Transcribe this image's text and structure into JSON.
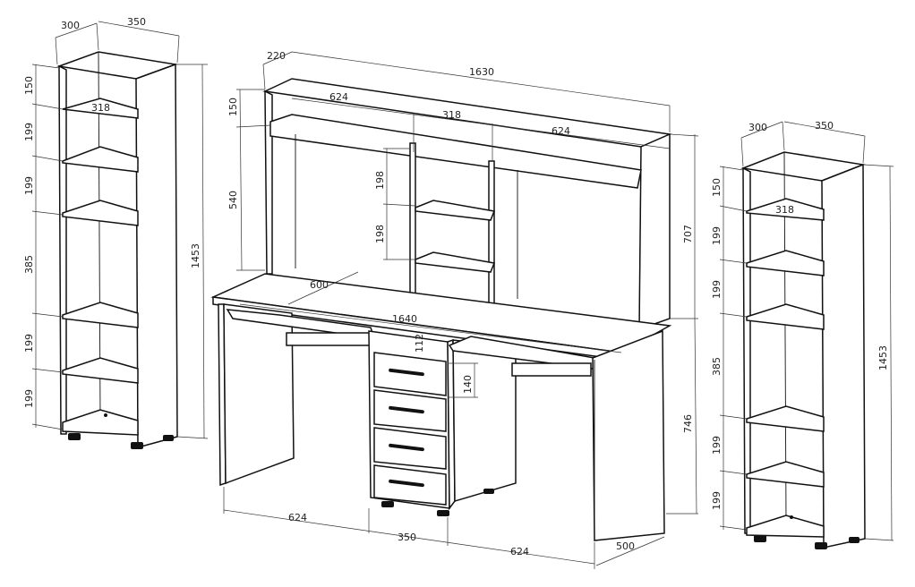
{
  "left_rack": {
    "depth": "300",
    "width": "350",
    "inner": "318",
    "height": "1453",
    "sections": [
      "150",
      "199",
      "199",
      "385",
      "199",
      "199"
    ]
  },
  "right_rack": {
    "depth": "300",
    "width": "350",
    "inner": "318",
    "height": "1453",
    "sections": [
      "150",
      "199",
      "199",
      "385",
      "199",
      "199"
    ]
  },
  "desk": {
    "super_depth": "220",
    "super_width": "1630",
    "super_top": "150",
    "super_body": "540",
    "sec_left": "624",
    "sec_mid": "318",
    "sec_right": "624",
    "shelf1": "198",
    "shelf2": "198",
    "top_depth": "600",
    "top_width": "1640",
    "drawer_top": "112",
    "drawer": "140",
    "super_height": "707",
    "desk_height": "746",
    "bottom_left": "624",
    "bottom_mid": "350",
    "bottom_right": "624",
    "desk_depth": "500"
  }
}
